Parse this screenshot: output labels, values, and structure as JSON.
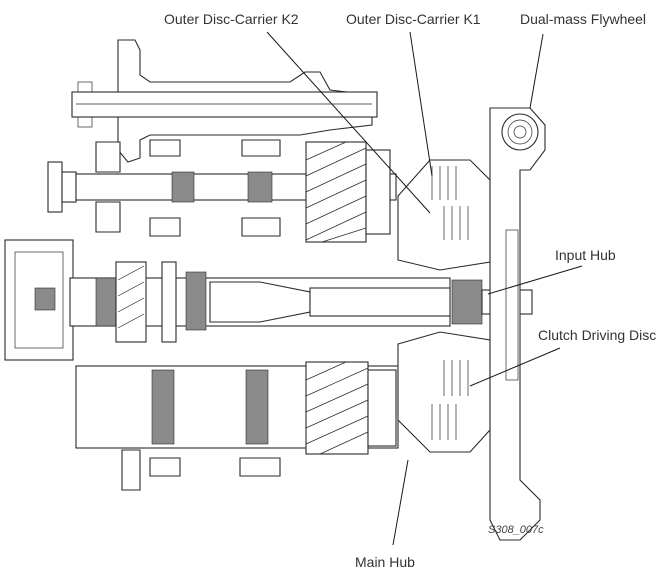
{
  "diagram": {
    "subject": "Dual-clutch gearbox sectional view",
    "reference_code": "S308_007c",
    "callouts": [
      {
        "id": "outer-disc-carrier-k2",
        "label": "Outer Disc-Carrier K2"
      },
      {
        "id": "outer-disc-carrier-k1",
        "label": "Outer Disc-Carrier K1"
      },
      {
        "id": "dual-mass-flywheel",
        "label": "Dual-mass Flywheel"
      },
      {
        "id": "input-hub",
        "label": "Input Hub"
      },
      {
        "id": "clutch-driving-disc",
        "label": "Clutch Driving Disc"
      },
      {
        "id": "main-hub",
        "label": "Main Hub"
      }
    ],
    "colors": {
      "line": "#2a2a2a",
      "label_text": "#333333",
      "background": "#ffffff"
    }
  }
}
